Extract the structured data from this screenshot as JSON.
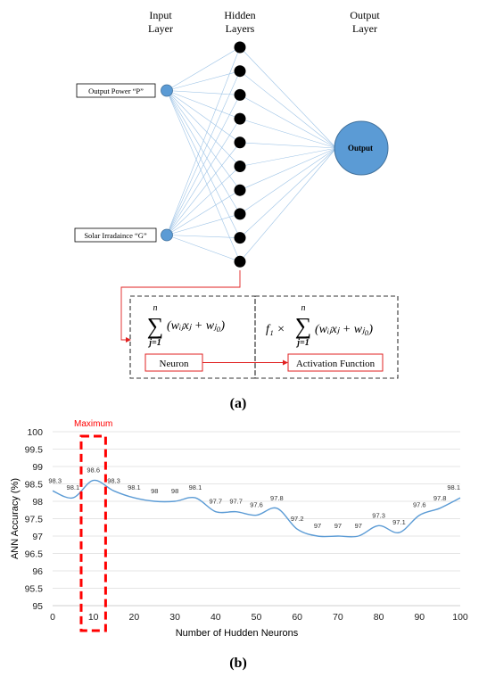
{
  "nn": {
    "input_layer_label": [
      "Input",
      "Layer"
    ],
    "hidden_layers_label": [
      "Hidden",
      "Layers"
    ],
    "output_layer_label": [
      "Output",
      "Layer"
    ],
    "inputs": [
      "Output Power “P”",
      "Solar Irradaince “G”"
    ],
    "output_node_label": "Output",
    "hidden_count": 10,
    "formula_neuron": {
      "sum_top": "n",
      "sum_sub": "j=1",
      "body": "(wᵢⱼxⱼ + wⱼ₀)"
    },
    "formula_activation": {
      "prefix": "f₁ ×",
      "sum_top": "n",
      "sum_sub": "j=1",
      "body": "(wᵢⱼxⱼ + wⱼ₀)"
    },
    "neuron_box_label": "Neuron",
    "activation_box_label": "Activation Function",
    "caption": "(a)",
    "colors": {
      "node_blue": "#5b9bd5",
      "line_blue": "#9dc3e6",
      "accent_red": "#e02020"
    }
  },
  "chart_caption": "(b)",
  "chart_data": {
    "type": "line",
    "title": "",
    "xlabel": "Number of Hudden Neurons",
    "ylabel": "ANN Accuracy (%)",
    "x": [
      0,
      5,
      10,
      15,
      20,
      25,
      30,
      35,
      40,
      45,
      50,
      55,
      60,
      65,
      70,
      75,
      80,
      85,
      90,
      95,
      100
    ],
    "values": [
      98.3,
      98.1,
      98.6,
      98.3,
      98.1,
      98,
      98,
      98.1,
      97.7,
      97.7,
      97.6,
      97.8,
      97.2,
      97,
      97,
      97,
      97.3,
      97.1,
      97.6,
      97.8,
      98.1
    ],
    "data_labels": [
      "98.3",
      "98.1",
      "98.6",
      "98.3",
      "98.1",
      "98",
      "98",
      "98.1",
      "97.7",
      "97.7",
      "97.6",
      "97.8",
      "97.2",
      "97",
      "97",
      "97",
      "97.3",
      "97.1",
      "97.6",
      "97.8",
      "98.1"
    ],
    "xlim": [
      0,
      100
    ],
    "ylim": [
      95,
      100
    ],
    "xticks": [
      0,
      10,
      20,
      30,
      40,
      50,
      60,
      70,
      80,
      90,
      100
    ],
    "yticks": [
      95,
      95.5,
      96,
      96.5,
      97,
      97.5,
      98,
      98.5,
      99,
      99.5,
      100
    ],
    "grid": "horizontal",
    "line_color": "#5b9bd5",
    "annotation": {
      "text": "Maximum",
      "x_from": 7,
      "x_to": 13,
      "color": "#ff0000"
    }
  }
}
